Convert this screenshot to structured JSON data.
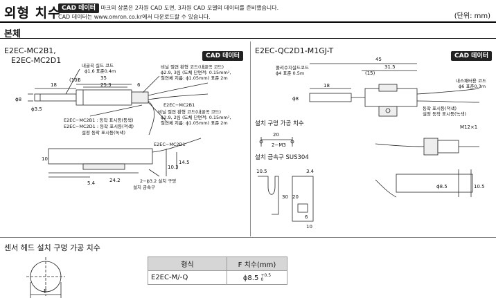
{
  "header": {
    "title": "외형 치수",
    "badge": "CAD 데이터",
    "note_line1": "마크의 상품은 2차원 CAD 도면, 3차원 CAD 모델의 데이터를 준비했습니다.",
    "note_line2": "CAD 데이터는 www.omron.co.kr에서 다운로드할 수 있습니다.",
    "unit": "(단위: mm)"
  },
  "section_main": "본체",
  "left": {
    "model1": "E2EC-MC2B1,",
    "model2": "E2EC-MC2D1",
    "badge": "CAD 데이터",
    "cable1_a": "내굴곡 실드 코드",
    "cable1_b": "ϕ1.6 표준0.4m",
    "cable2_a": "비닐 절연 환형 코드(내굴곡 코드)",
    "cable2_b": "ϕ2.9, 3심 (도체 단면적: 0.15mm²,",
    "cable2_c": "절연체 지름: ϕ1.05mm) 표준 2m",
    "model_b1_tag": "E2EC−MC2B1",
    "cable3_a": "비닐 절연 환형 코드(내굴곡 코드)",
    "cable3_b": "ϕ2.9, 2심 (도체 단면적: 0.15mm²,",
    "cable3_c": "절연체 지름: ϕ1.05mm) 표준 2m",
    "ind1": "E2EC−MC2B1 : 동작 표시등(등색)",
    "ind2": "E2EC−MC2D1 : 동작 표시등(적색)",
    "ind3": "설정 동작 표시등(녹색)",
    "model_d1_tag": "E2EC−MC2D1",
    "hole_note": "2−ϕ3.2 설치 구멍",
    "bracket_note": "설치 금속구",
    "dims": {
      "d18": "18",
      "d10": "(10)",
      "d6": "6",
      "d35": "35",
      "d253": "25.3",
      "d6b": "6",
      "phi8": "ϕ8",
      "phi35": "ϕ3.5",
      "d10b": "10",
      "d54": "5.4",
      "d242": "24.2",
      "d103": "10.3",
      "d145": "14.5"
    }
  },
  "right": {
    "model": "E2EC-QC2D1-M1GJ-T",
    "badge": "CAD 데이터",
    "cable1_a": "폴리수지실드코드",
    "cable1_b": "ϕ4  표준 0.5m",
    "cable2_a": "내스패터용 코드",
    "cable2_b": "ϕ6  표준0.3m",
    "ind_a": "동작 표시등(적색)",
    "ind_b": "설정 동작 표시등(녹색)",
    "connector": "M12×1",
    "hole_title": "설치 구멍 가공 치수",
    "bracket_title": "설치 금속구 SUS304",
    "dims": {
      "d45": "45",
      "d315": "31.5",
      "d15": "(15)",
      "d18": "18",
      "phi8": "ϕ8",
      "d20": "20",
      "m3": "2−M3",
      "d105": "10.5",
      "d34": "3.4",
      "d30": "30",
      "d20b": "20",
      "d6": "6",
      "d10": "10",
      "phi85": "ϕ8.5",
      "d105b": "10.5"
    }
  },
  "bottom": {
    "section": "센서 헤드 설치 구멍 가공 치수",
    "F": "F",
    "table": {
      "headers": [
        "형식",
        "F 치수(mm)"
      ],
      "rows": [
        {
          "model": "E2EC-M/-Q",
          "value": "ϕ8.5",
          "tol_plus": "+0.5",
          "tol_minus": "0"
        }
      ]
    }
  }
}
